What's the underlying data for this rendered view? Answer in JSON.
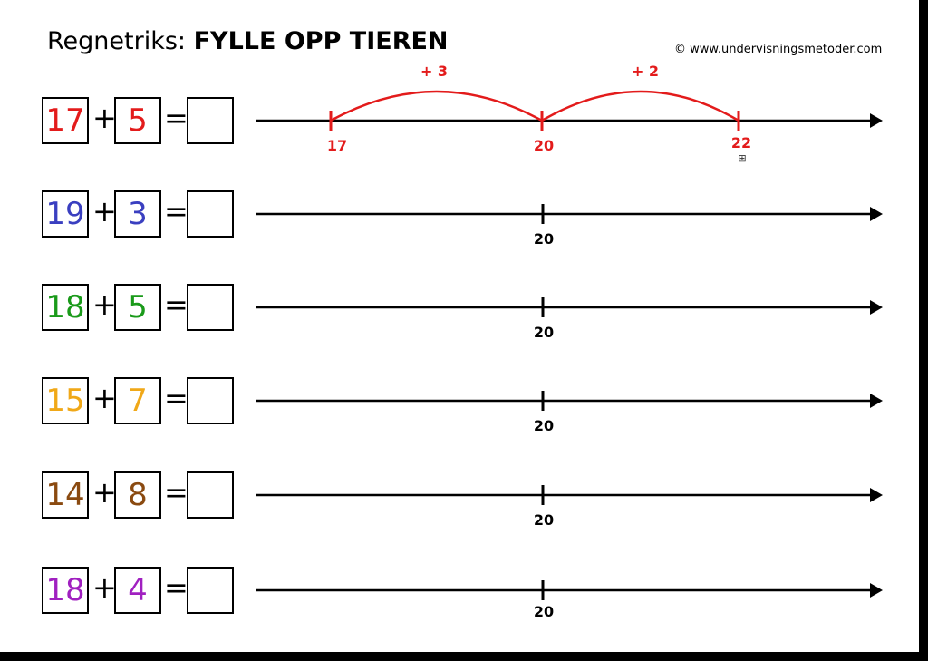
{
  "header": {
    "title_prefix": "Regnetriks:",
    "title_main": "FYLLE OPP TIEREN",
    "copyright": "© www.undervisningsmetoder.com"
  },
  "tasks": [
    {
      "a": "17",
      "b": "5",
      "plus": "+",
      "eq": "=",
      "answer": "",
      "color": "#e31b1b",
      "tick": "20"
    },
    {
      "a": "19",
      "b": "3",
      "plus": "+",
      "eq": "=",
      "answer": "",
      "color": "#3a3fc0",
      "tick": "20"
    },
    {
      "a": "18",
      "b": "5",
      "plus": "+",
      "eq": "=",
      "answer": "",
      "color": "#1a9a1a",
      "tick": "20"
    },
    {
      "a": "15",
      "b": "7",
      "plus": "+",
      "eq": "=",
      "answer": "",
      "color": "#f0a818",
      "tick": "20"
    },
    {
      "a": "14",
      "b": "8",
      "plus": "+",
      "eq": "=",
      "answer": "",
      "color": "#8a4a10",
      "tick": "20"
    },
    {
      "a": "18",
      "b": "4",
      "plus": "+",
      "eq": "=",
      "answer": "",
      "color": "#a020c0",
      "tick": "20"
    }
  ],
  "example": {
    "start": "17",
    "middle": "20",
    "end": "22",
    "jump1": "+ 3",
    "jump2": "+ 2",
    "color": "#e31b1b",
    "icon": "expand-icon"
  }
}
